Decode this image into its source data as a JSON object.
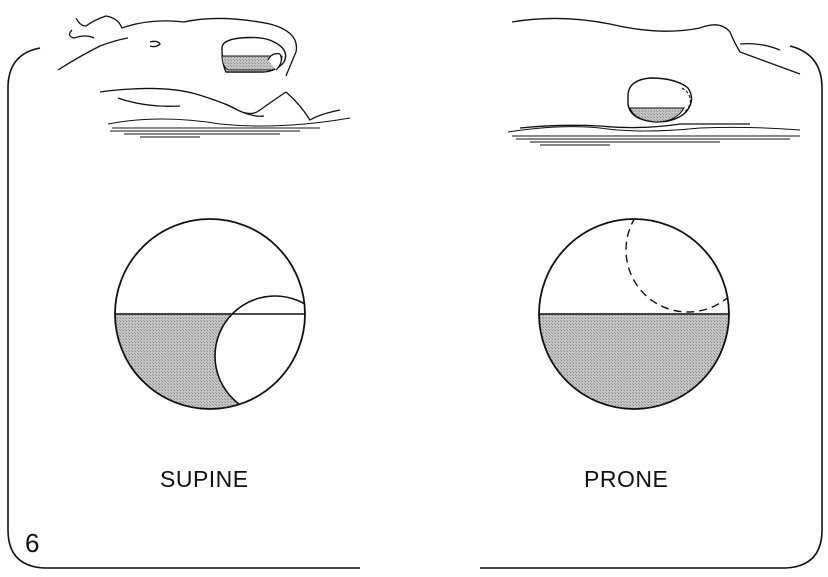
{
  "figure_number": "6",
  "panels": [
    {
      "id": "supine",
      "label": "SUPINE"
    },
    {
      "id": "prone",
      "label": "PRONE"
    }
  ],
  "colors": {
    "ink": "#111111",
    "fluid_fill": "#b9b9b9"
  }
}
